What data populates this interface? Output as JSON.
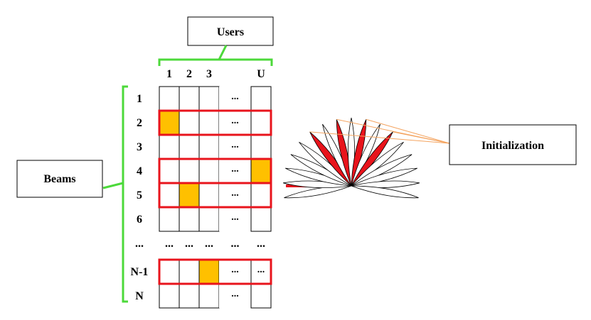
{
  "labels": {
    "users": "Users",
    "beams": "Beams",
    "initialization": "Initialization"
  },
  "columns": [
    "1",
    "2",
    "3",
    "U"
  ],
  "rows": [
    {
      "label": "1",
      "cells": [
        "",
        "",
        "",
        "...",
        ""
      ]
    },
    {
      "label": "2",
      "cells": [
        "",
        "",
        "",
        "...",
        ""
      ]
    },
    {
      "label": "3",
      "cells": [
        "",
        "",
        "",
        "...",
        ""
      ]
    },
    {
      "label": "4",
      "cells": [
        "",
        "",
        "",
        "...",
        ""
      ]
    },
    {
      "label": "5",
      "cells": [
        "",
        "",
        "",
        "...",
        ""
      ]
    },
    {
      "label": "6",
      "cells": [
        "",
        "",
        "",
        "...",
        ""
      ]
    },
    {
      "label": "...",
      "cells": [
        "...",
        "...",
        "...",
        "...",
        "..."
      ]
    },
    {
      "label": "N-1",
      "cells": [
        "",
        "",
        "",
        "...",
        "..."
      ]
    },
    {
      "label": "N",
      "cells": [
        "",
        "",
        "",
        "...",
        ""
      ]
    }
  ],
  "selected_cells": [
    {
      "row": 1,
      "col": 0
    },
    {
      "row": 3,
      "col": 4
    },
    {
      "row": 4,
      "col": 1
    },
    {
      "row": 7,
      "col": 2
    }
  ],
  "highlighted_rows": [
    1,
    3,
    4,
    7
  ],
  "colors": {
    "selected_fill": "#FFC000",
    "highlight": "#E8141C",
    "brace": "#4CD93A",
    "beam_line": "#F4A460",
    "arrow": "#E8141C"
  }
}
